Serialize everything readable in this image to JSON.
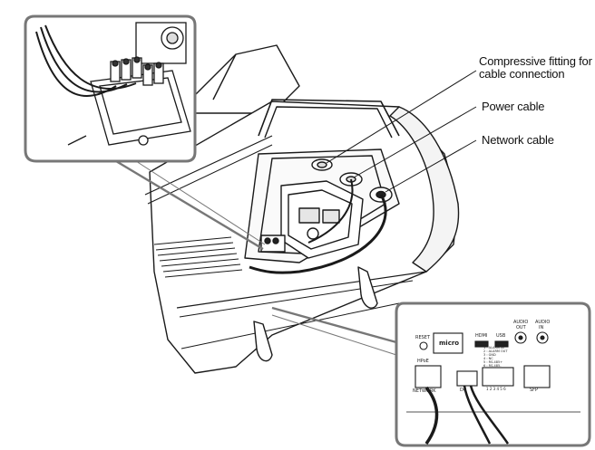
{
  "callouts": {
    "compressive_fitting_line1": "Compressive fitting for",
    "compressive_fitting_line2": "cable connection",
    "power_cable": "Power cable",
    "network_cable": "Network cable"
  },
  "panel_labels": {
    "reset": "RESET",
    "micro": "micro",
    "hdmi": "HDMI",
    "usb": "USB",
    "audio_out_1": "AUDIO",
    "audio_out_2": "OUT",
    "audio_in_1": "AUDIO",
    "audio_in_2": "IN",
    "hpoe": "HPoE",
    "network": "NETWORK",
    "dc": "DC",
    "sfp": "SFP",
    "alarm_in": "1 : ALARM IN",
    "alarm_out": "2 : ALARM OUT",
    "gnd": "3 : GND",
    "nc": "4 : NC",
    "rs485_plus": "5 : RS-485+",
    "rs485_minus": "6 : RS-485-",
    "pins": "1 2 3 4 5 6"
  },
  "colors": {
    "line": "#1a1a1a",
    "callout_frame": "#777777",
    "shade": "#cfcfcf"
  }
}
